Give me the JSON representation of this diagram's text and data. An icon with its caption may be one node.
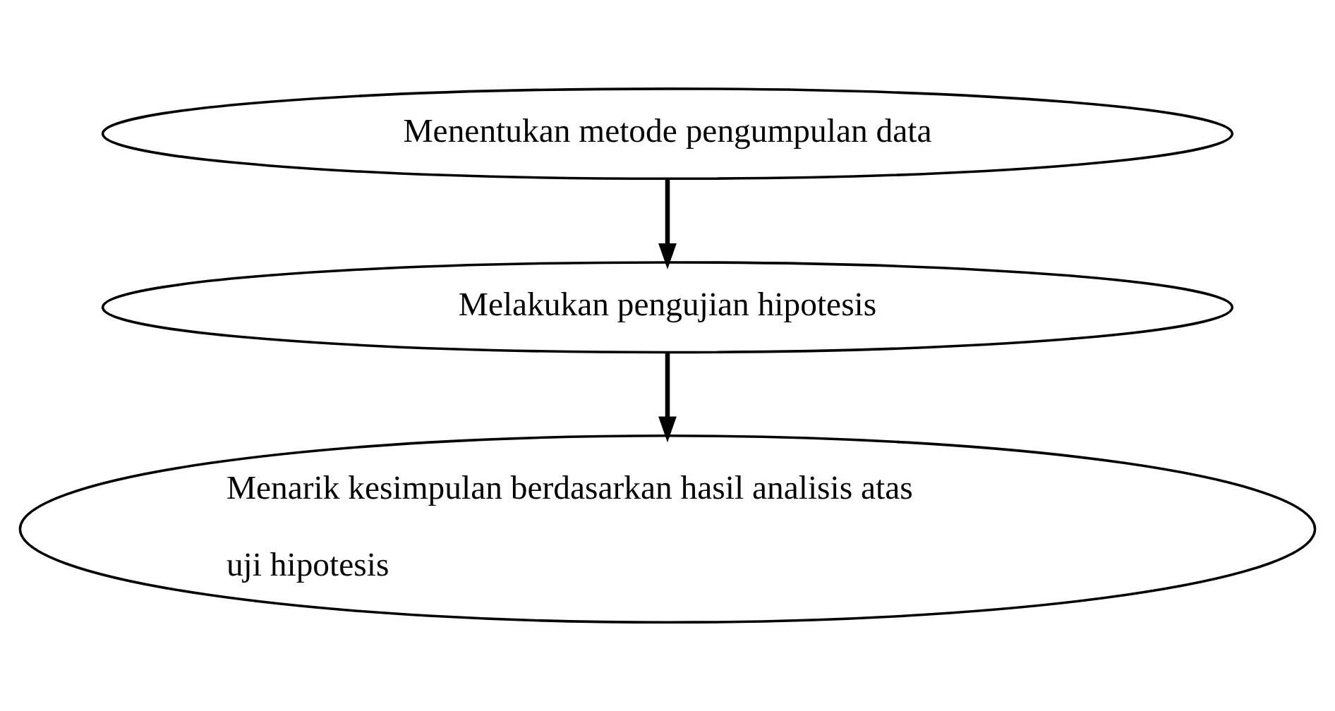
{
  "diagram": {
    "nodes": [
      {
        "text": [
          "Menentukan metode pengumpulan data"
        ]
      },
      {
        "text": [
          "Melakukan pengujian hipotesis"
        ]
      },
      {
        "text": [
          "Menarik kesimpulan berdasarkan hasil analisis atas uji hipotesis"
        ]
      }
    ],
    "edges": [
      {
        "from": 0,
        "to": 1,
        "arrow": "to"
      },
      {
        "from": 1,
        "to": 2,
        "arrow": "to"
      }
    ]
  }
}
